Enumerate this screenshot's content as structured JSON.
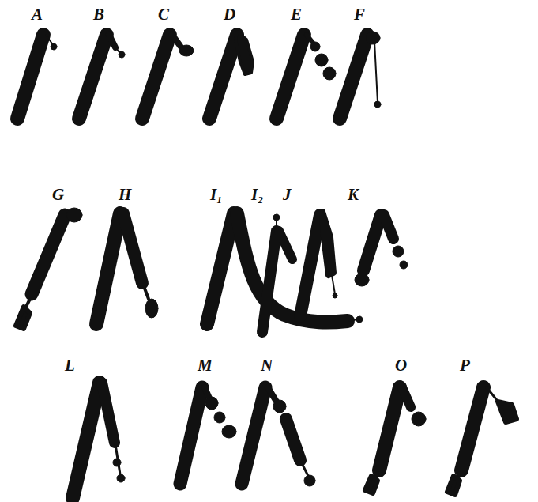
{
  "diagram": {
    "labels": [
      "A",
      "B",
      "C",
      "D",
      "E",
      "F",
      "G",
      "H",
      "I₁",
      "I₂",
      "J",
      "K",
      "L",
      "M",
      "N",
      "O",
      "P"
    ]
  }
}
